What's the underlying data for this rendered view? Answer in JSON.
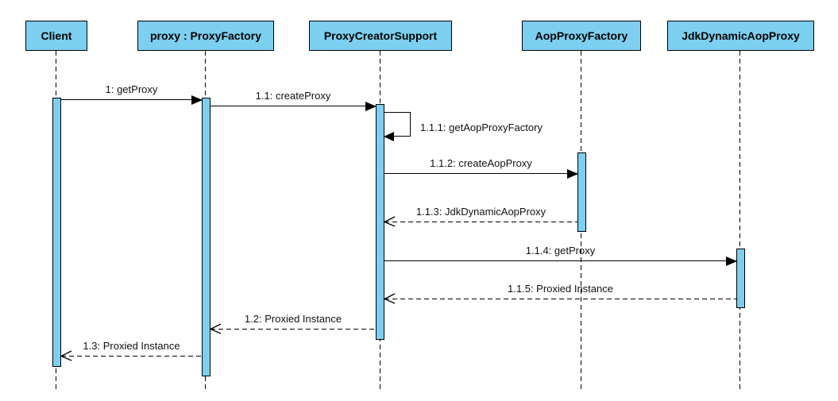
{
  "diagram": {
    "type": "uml-sequence-diagram",
    "colors": {
      "lifeline_fill": "#7CCFEF",
      "border": "#000000",
      "background": "#FFFFFF"
    },
    "actors": [
      {
        "id": "client",
        "label": "Client"
      },
      {
        "id": "proxy-factory",
        "label": "proxy : ProxyFactory"
      },
      {
        "id": "proxy-creator-support",
        "label": "ProxyCreatorSupport"
      },
      {
        "id": "aop-proxy-factory",
        "label": "AopProxyFactory"
      },
      {
        "id": "jdk-dynamic-aop-proxy",
        "label": "JdkDynamicAopProxy"
      }
    ],
    "messages": [
      {
        "label": "1: getProxy",
        "from": "Client",
        "to": "proxy : ProxyFactory",
        "kind": "sync-call"
      },
      {
        "label": "1.1: createProxy",
        "from": "proxy : ProxyFactory",
        "to": "ProxyCreatorSupport",
        "kind": "sync-call"
      },
      {
        "label": "1.1.1: getAopProxyFactory",
        "from": "ProxyCreatorSupport",
        "to": "ProxyCreatorSupport",
        "kind": "self-call"
      },
      {
        "label": "1.1.2: createAopProxy",
        "from": "ProxyCreatorSupport",
        "to": "AopProxyFactory",
        "kind": "sync-call"
      },
      {
        "label": "1.1.3: JdkDynamicAopProxy",
        "from": "AopProxyFactory",
        "to": "ProxyCreatorSupport",
        "kind": "return"
      },
      {
        "label": "1.1.4: getProxy",
        "from": "ProxyCreatorSupport",
        "to": "JdkDynamicAopProxy",
        "kind": "sync-call"
      },
      {
        "label": "1.1.5: Proxied Instance",
        "from": "JdkDynamicAopProxy",
        "to": "ProxyCreatorSupport",
        "kind": "return"
      },
      {
        "label": "1.2: Proxied Instance",
        "from": "ProxyCreatorSupport",
        "to": "proxy : ProxyFactory",
        "kind": "return"
      },
      {
        "label": "1.3: Proxied Instance",
        "from": "proxy : ProxyFactory",
        "to": "Client",
        "kind": "return"
      }
    ]
  }
}
